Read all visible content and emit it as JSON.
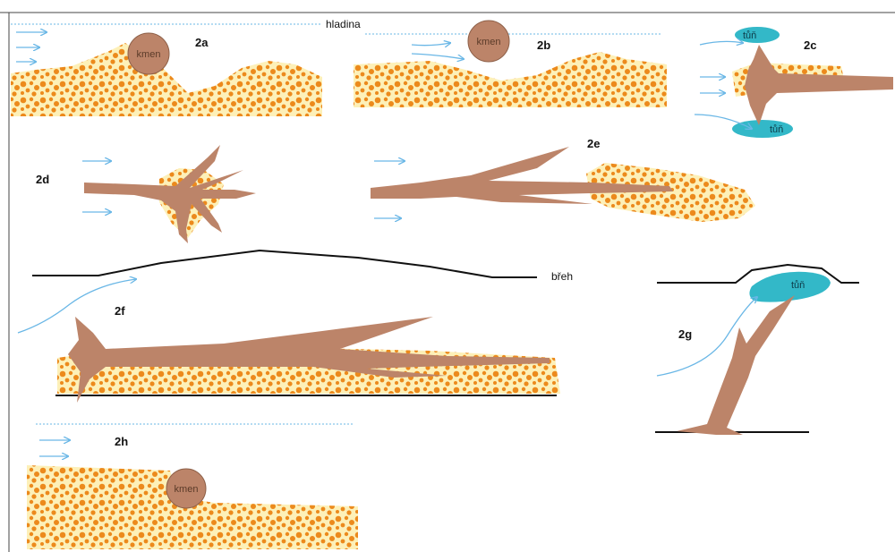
{
  "labels": {
    "water_surface": "hladina",
    "bank": "břeh",
    "trunk": "kmen",
    "pool": "tůň"
  },
  "panels": [
    "2a",
    "2b",
    "2c",
    "2d",
    "2e",
    "2f",
    "2g",
    "2h"
  ],
  "colors": {
    "wood": "#bc8469",
    "gravel_dot": "#ec8a1c",
    "sediment_bg": "#fdf0b8",
    "water": "#6ab7e6",
    "pool": "#33b8c8",
    "line": "#111111"
  }
}
